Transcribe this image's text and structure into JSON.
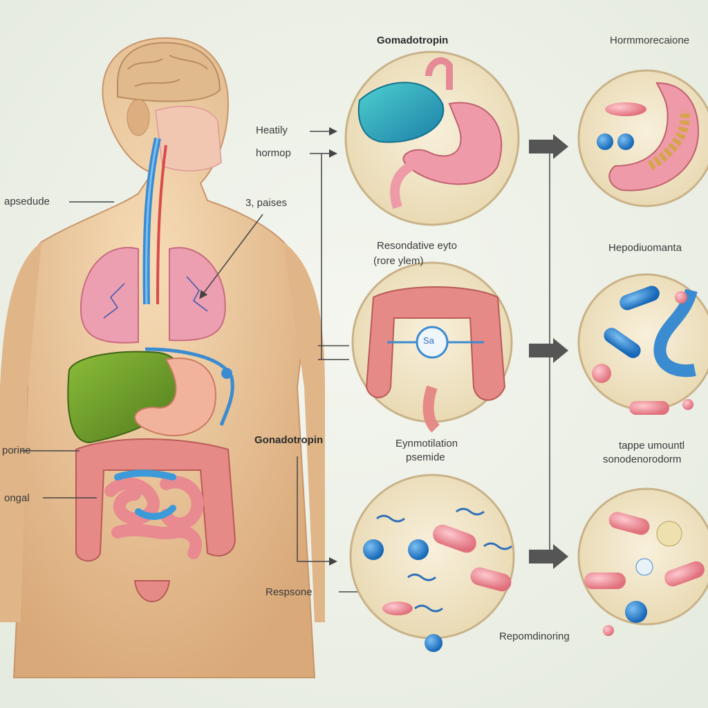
{
  "labels": {
    "gonadotropin_top": "Gomadotropin",
    "hormone_top_right": "Hormmorecaione",
    "heatly": "Heatily",
    "hormop": "hormop",
    "capsule": "apsedude",
    "pulses": "3, paises",
    "respond_line1": "Resondative eyto",
    "respond_line2": "(rore ylem)",
    "hepo": "Hepodiuomanta",
    "sporine": "porine",
    "gonadotropin_mid": "Gonadotropin",
    "eymotilation_line1": "Eynmotilation",
    "eymotilation_line2": "psemide",
    "tappe_line1": "tappe umountl",
    "tappe_line2": "sonodenorodorm",
    "vongal": "ongal",
    "response": "Respsone",
    "repomining": "Repomdinoring",
    "circle_badge": "Sa"
  },
  "colors": {
    "background": "#eef2e8",
    "skin": "#e9c59a",
    "lung": "#ec9fb0",
    "liver": "#6f9a2c",
    "intestine": "#e58a86",
    "vessel_blue": "#3b8bd1",
    "circle_fill": "#f1e6c9",
    "arrow_gray": "#4a4a4a"
  },
  "icons": [
    "arrow-right-icon",
    "pill-icon",
    "sphere-icon"
  ]
}
